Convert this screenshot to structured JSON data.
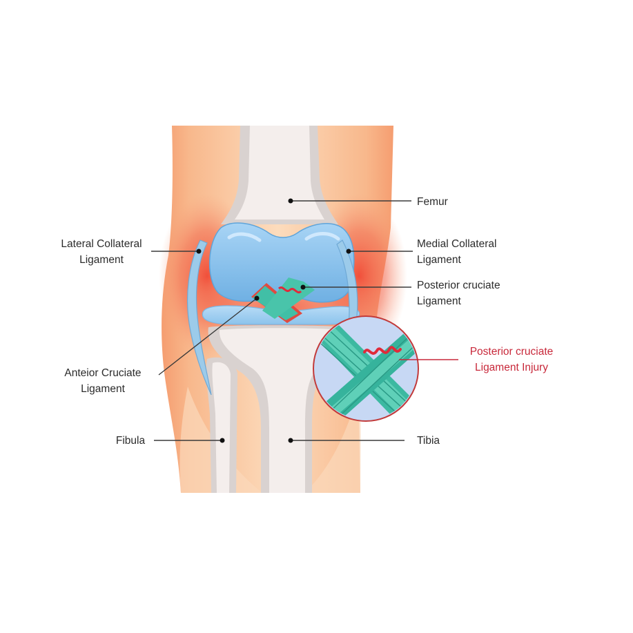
{
  "labels": {
    "femur": "Femur",
    "lateral_collateral": "Lateral Collateral\nLigament",
    "medial_collateral": "Medial Collateral\nLigament",
    "posterior_cruciate": "Posterior cruciate\nLigament",
    "anterior_cruciate": "Anteior Cruciate\nLigament",
    "injury": "Posterior cruciate\nLigament Injury",
    "fibula": "Fibula",
    "tibia": "Tibia"
  },
  "colors": {
    "skin_outer": "#f6a77a",
    "skin_inner": "#fbd3b0",
    "inflammation": "#f26a4f",
    "bone": "#f3ecea",
    "bone_shadow": "#d6d0cf",
    "cartilage": "#8ec3ec",
    "ligament": "#3fbfa8",
    "injury": "#e02a3a"
  }
}
